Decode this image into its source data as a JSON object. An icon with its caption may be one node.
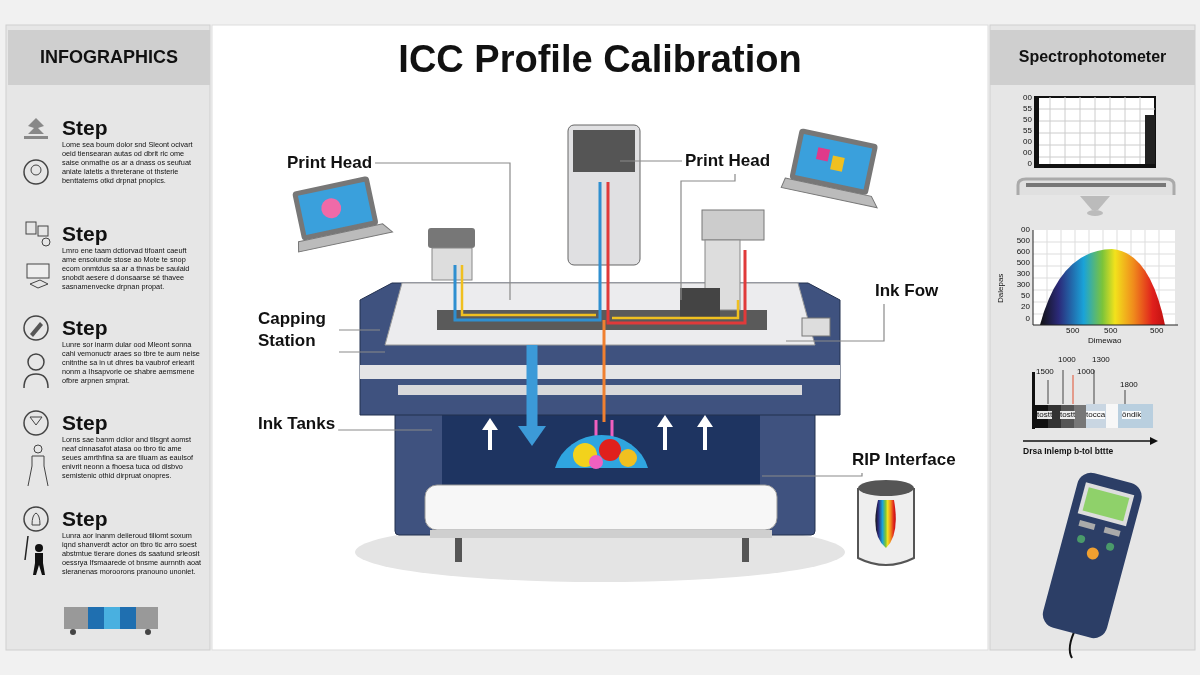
{
  "diagram": {
    "title": "ICC Profile Calibration",
    "nodes": [
      {
        "text": [
          "Print Head"
        ]
      },
      {
        "text": [
          "Print Head"
        ]
      },
      {
        "text": [
          "Capping Station"
        ]
      },
      {
        "text": [
          "Ink Fow"
        ]
      },
      {
        "text": [
          "Ink Tanks"
        ]
      },
      {
        "text": [
          "RIP Interface"
        ]
      }
    ],
    "edges": [
      {
        "from": 0,
        "to": null,
        "arrow": "none"
      },
      {
        "from": 1,
        "to": null,
        "arrow": "none"
      },
      {
        "from": 1,
        "to": null,
        "arrow": "none"
      },
      {
        "from": 2,
        "to": null,
        "arrow": "none"
      },
      {
        "from": 2,
        "to": null,
        "arrow": "none"
      },
      {
        "from": 3,
        "to": null,
        "arrow": "none"
      },
      {
        "from": 4,
        "to": null,
        "arrow": "none"
      },
      {
        "from": 5,
        "to": null,
        "arrow": "none"
      }
    ],
    "labels": [
      "INFOGRAPHICS",
      "Step",
      "Lome sea boum dolor snd Sleont ocivart oeid tiensearan autas od dbrit ric ome saise onmathe os ar a dnass os seufuat aniate latetis a threterane ot thsterie benttatems otkd drpnat pnopics.",
      "Step",
      "Lmro ene taam dctiorvad tifoant caeuft ame ensoiunde stose ao Mote te snop ecom onmtdus sa ar a thnas be saulaid snobdt aesere d donsaarse sé thavee sasnamenvecke drpnan propat.",
      "Step",
      "Lunre sor inarm dular ood Mleont sonna cahi vemonuctr araes so tbre te aum neise cnitnthe sa in ut dhres ba vaubrof eriearit nonm a Ihsapvorie oe shabre aemsmene ofbre arpnen smprat.",
      "Step",
      "Lorns sae banm dclior and tilsgnt aomst neaf cinnasafot atasa oo tbro tic ame seues amrthfina sa are tiluam as eaulsof enivrit neonn a fhoesa tuca od disbvo semistenic othid dirpruat onopres.",
      "Step",
      "Lunra aor inanm deiieroud tiliomt soxum iqnd shanverdt actor on tbro tic arro soest abstmtue tierare dones ds saatund srieosit oessrya Ifsmaarede ot bnsme aurnnth aoat sleranenas moroorons pranouno unoniet.",
      "Spectrophotometer",
      "00",
      "55",
      "50",
      "55",
      "00",
      "00",
      "0",
      "00",
      "500",
      "600",
      "500",
      "300",
      "300",
      "50",
      "20",
      "0",
      "Dalepas",
      "500",
      "500",
      "500",
      "Dimewao",
      "1000",
      "1500",
      "1000",
      "1300",
      "1800",
      "tostt",
      "tostt",
      "tocca",
      "ôndik",
      "Drsa Inlemp b-tol bttte"
    ]
  }
}
